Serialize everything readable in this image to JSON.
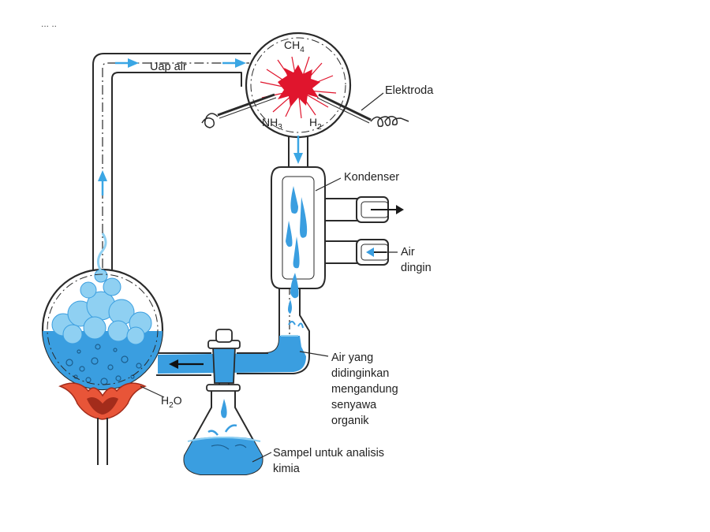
{
  "colors": {
    "water": "#3a9ee0",
    "water_light": "#8fd0f2",
    "glass": "#ffffff",
    "outline": "#2a2a2a",
    "arrow": "#3aa6e4",
    "spark": "#e0152d",
    "flame": "#e85538",
    "flame_dark": "#a32c1b"
  },
  "header": {
    "dots": "... .."
  },
  "labels": {
    "steam": "Uap air",
    "electrode": "Elektroda",
    "condenser": "Kondenser",
    "cold_water_1": "Air",
    "cold_water_2": "dingin",
    "cooled_1": "Air yang",
    "cooled_2": "didinginkan",
    "cooled_3": "mengandung",
    "cooled_4": "senyawa",
    "cooled_5": "organik",
    "sample_1": "Sampel untuk analisis",
    "sample_2": "kimia"
  },
  "chemicals": {
    "methane": {
      "base": "CH",
      "sub": "4"
    },
    "ammonia": {
      "base": "NH",
      "sub": "3"
    },
    "hydrogen": {
      "base": "H",
      "sub": "2"
    },
    "water": {
      "base": "H",
      "sub": "2",
      "tail": "O"
    }
  }
}
